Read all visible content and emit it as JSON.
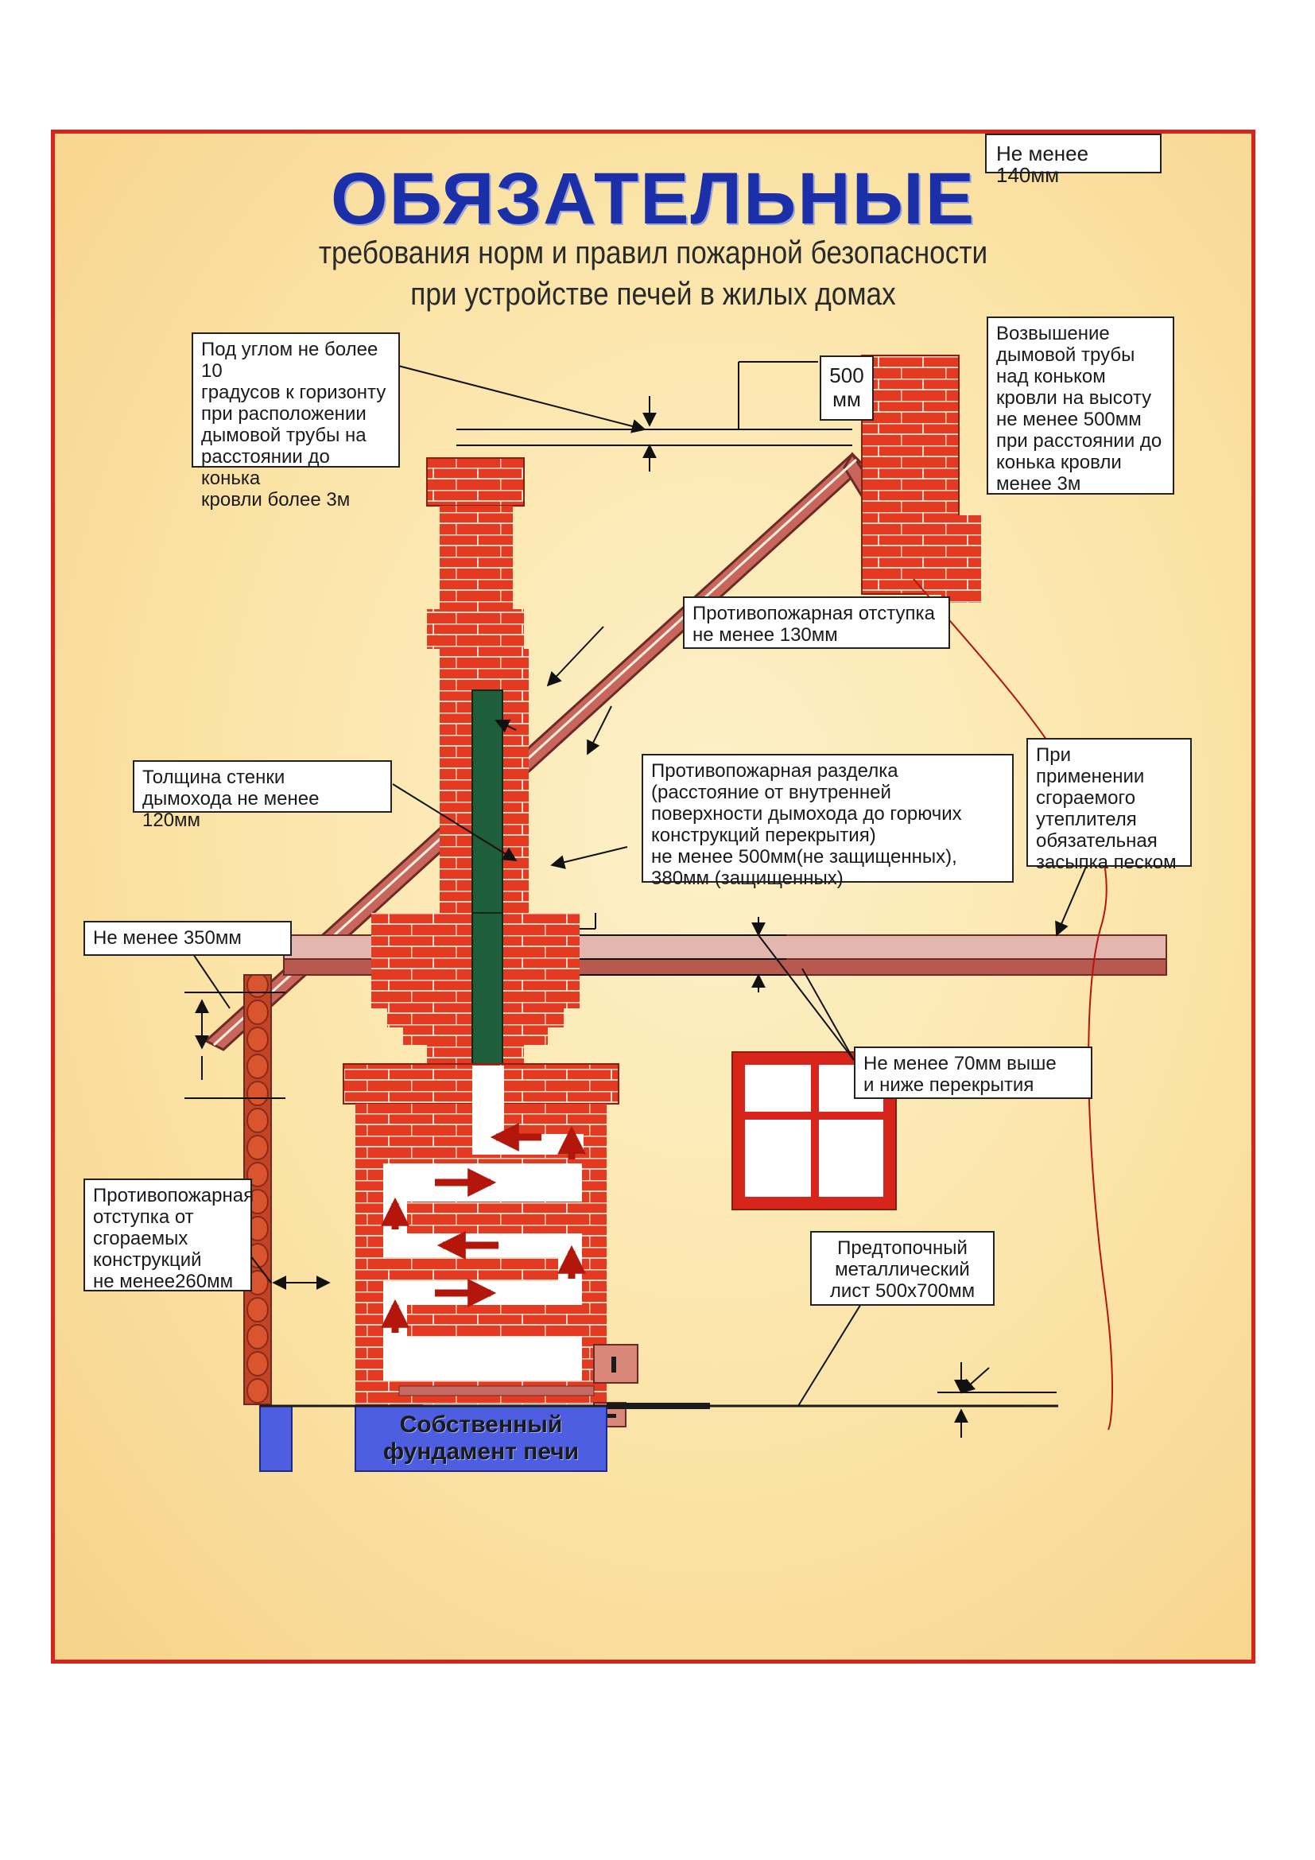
{
  "title": "ОБЯЗАТЕЛЬНЫЕ",
  "subtitle": {
    "line1": "требования норм и правил пожарной безопасности",
    "line2": "при устройстве печей в жилых домах"
  },
  "callouts": {
    "roof_angle": "Под углом не более 10\nградусов к горизонту\nпри расположении\nдымовой трубы на\nрасстоянии до конька\nкровли более 3м",
    "chimney_height": "500\nмм",
    "chimney_rise": "Возвышение\nдымовой трубы\nнад коньком\nкровли на высоту\nне менее 500мм\nпри расстоянии до\nконька кровли\nменее 3м",
    "fire_setback_130": "Противопожарная отступка\nне менее 130мм",
    "wall_thickness": "Толщина стенки\nдымохода не менее 120мм",
    "fire_break": "Противопожарная разделка\n(расстояние от внутренней\nповерхности дымохода до горючих\nконструкций перекрытия)\nне менее 500мм(не защищенных),\n380мм (защищенных)",
    "combustible_insulation": "При применении\nсгораемого\nутеплителя\nобязательная\nзасыпка песком",
    "min_350": "Не менее 350мм",
    "min_70": "Не менее 70мм выше\nи ниже перекрытия",
    "fire_setback_260": "Противопожарная\nотступка от\nсгораемых\nконструкций\nне менее260мм",
    "prefire_sheet": "Предтопочный\nметаллический\nлист 500х700мм",
    "min_140": "Не менее 140мм",
    "foundation": "Собственный\nфундамент печи"
  },
  "colors": {
    "border": "#d8251b",
    "title": "#1b2fa8",
    "brick": "#e43a22",
    "mortar": "#ffd9c8",
    "flue": "#1f5e3a",
    "foundation": "#4d5fe0",
    "roof": "#b8594f",
    "window_frame": "#d8251b"
  }
}
